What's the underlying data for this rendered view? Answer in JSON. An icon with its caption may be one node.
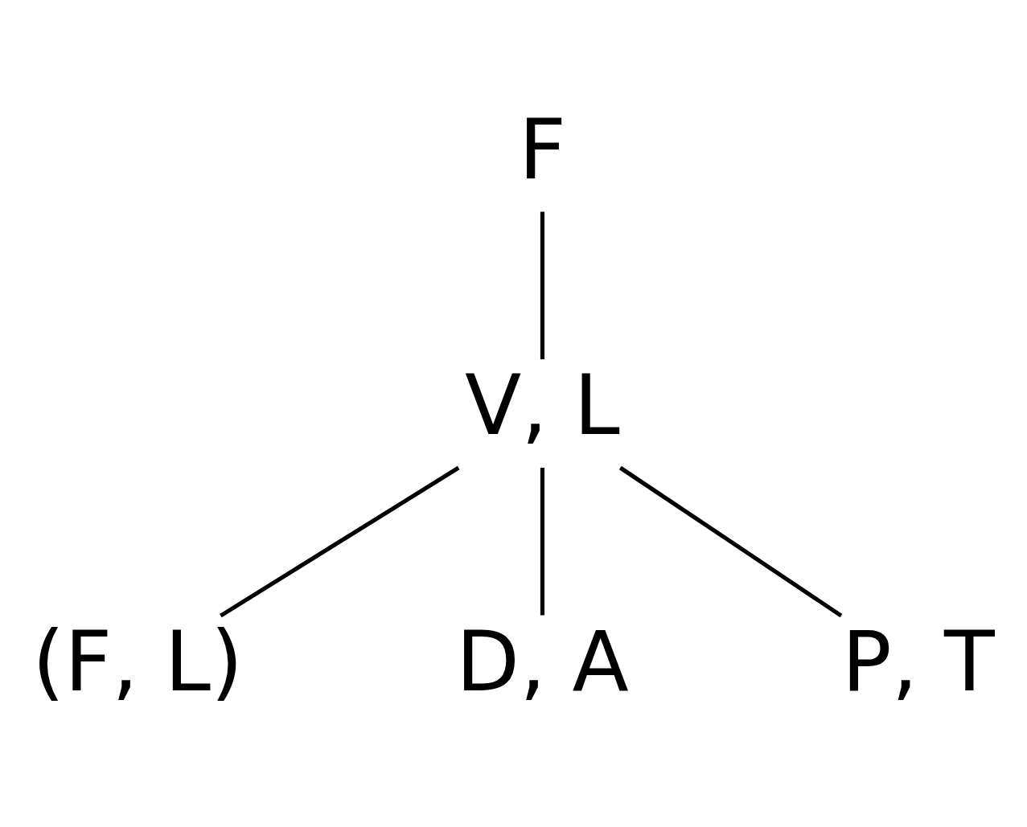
{
  "diagram": {
    "nodes": [
      {
        "text": [
          "F"
        ]
      },
      {
        "text": [
          "V, L"
        ]
      },
      {
        "text": [
          "(F, L)"
        ]
      },
      {
        "text": [
          "D, A"
        ]
      },
      {
        "text": [
          "P, T"
        ]
      }
    ],
    "edges": [
      {
        "from": 0,
        "to": 1,
        "arrow": "none"
      },
      {
        "from": 1,
        "to": 2,
        "arrow": "none"
      },
      {
        "from": 1,
        "to": 3,
        "arrow": "none"
      },
      {
        "from": 1,
        "to": 4,
        "arrow": "none"
      }
    ]
  }
}
